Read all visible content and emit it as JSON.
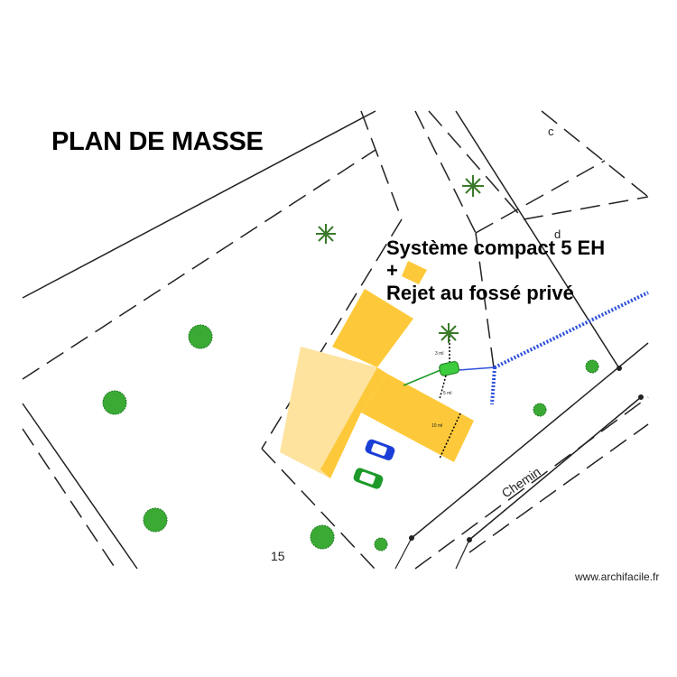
{
  "title": "PLAN DE MASSE",
  "annotation": {
    "line1": "Système compact 5 EH",
    "line2": "+",
    "line3": "Rejet au fossé privé"
  },
  "parcel_labels": {
    "c": "c",
    "d": "d",
    "number": "15"
  },
  "road_label": "Chemin",
  "dimensions": {
    "d1": "3 ml",
    "d2": "5 ml",
    "d3": "10 ml"
  },
  "credit": "www.archifacile.fr",
  "colors": {
    "building": "#fdc93a",
    "terrace": "#fee39f",
    "tree": "#3aaa35",
    "septic_tank": "#3dcc3d",
    "drain_line": "#2b4fd9",
    "car_blue": "#1b3fd6",
    "car_green": "#1d9a2a"
  }
}
